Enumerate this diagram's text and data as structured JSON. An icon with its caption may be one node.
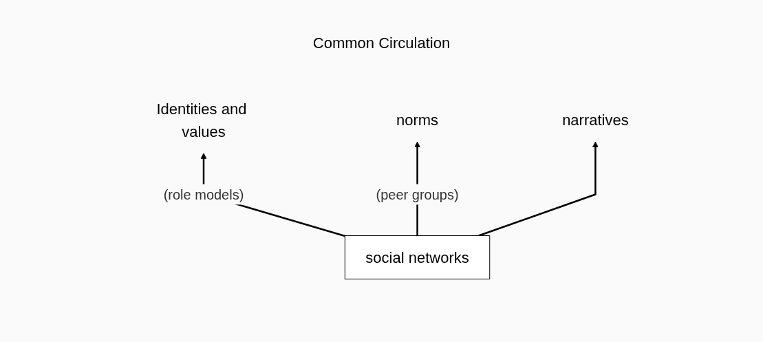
{
  "diagram": {
    "title": "Common Circulation",
    "nodes": [
      {
        "text": [
          "Identities and values"
        ]
      },
      {
        "text": [
          "norms"
        ]
      },
      {
        "text": [
          "narratives"
        ]
      },
      {
        "text": [
          "social networks"
        ]
      }
    ],
    "edges": [
      {
        "from": 3,
        "to": 0,
        "arrow": "to",
        "label": "(role models)"
      },
      {
        "from": 3,
        "to": 1,
        "arrow": "to",
        "label": "(peer groups)"
      },
      {
        "from": 3,
        "to": 2,
        "arrow": "to"
      }
    ]
  }
}
